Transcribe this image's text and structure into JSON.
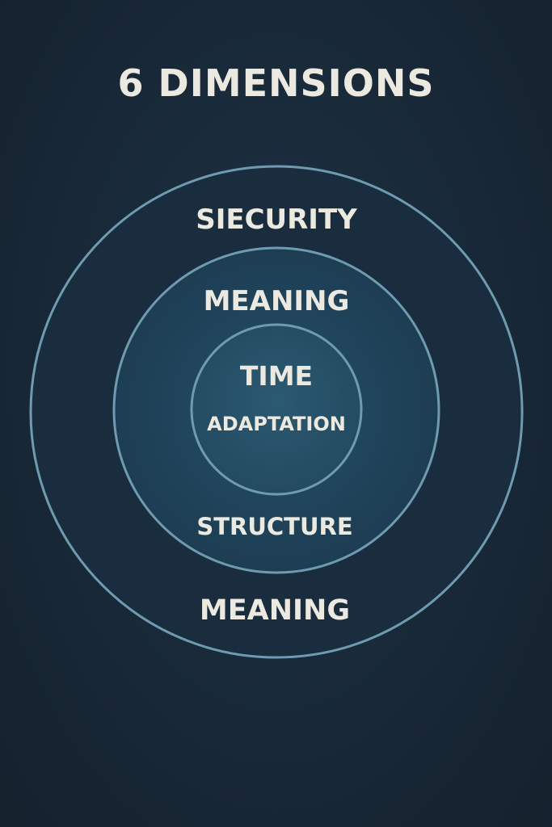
{
  "title": "6 DIMENSIONS",
  "colors": {
    "background": "#192a3a",
    "outer_ring_fill": "#1b2f41",
    "middle_ring_fill": "#1e4258",
    "inner_circle_fill": "#265066",
    "ring_stroke": "#6e9bb0",
    "text": "#ece9e0"
  },
  "rings": {
    "outer": {
      "top_label": "SIECURITY",
      "bottom_label": "MEANING"
    },
    "middle": {
      "top_label": "MEANING",
      "bottom_label": "STRUCTURE"
    },
    "inner": {
      "top_label": "TIME",
      "bottom_label": "ADAPTATION"
    }
  }
}
